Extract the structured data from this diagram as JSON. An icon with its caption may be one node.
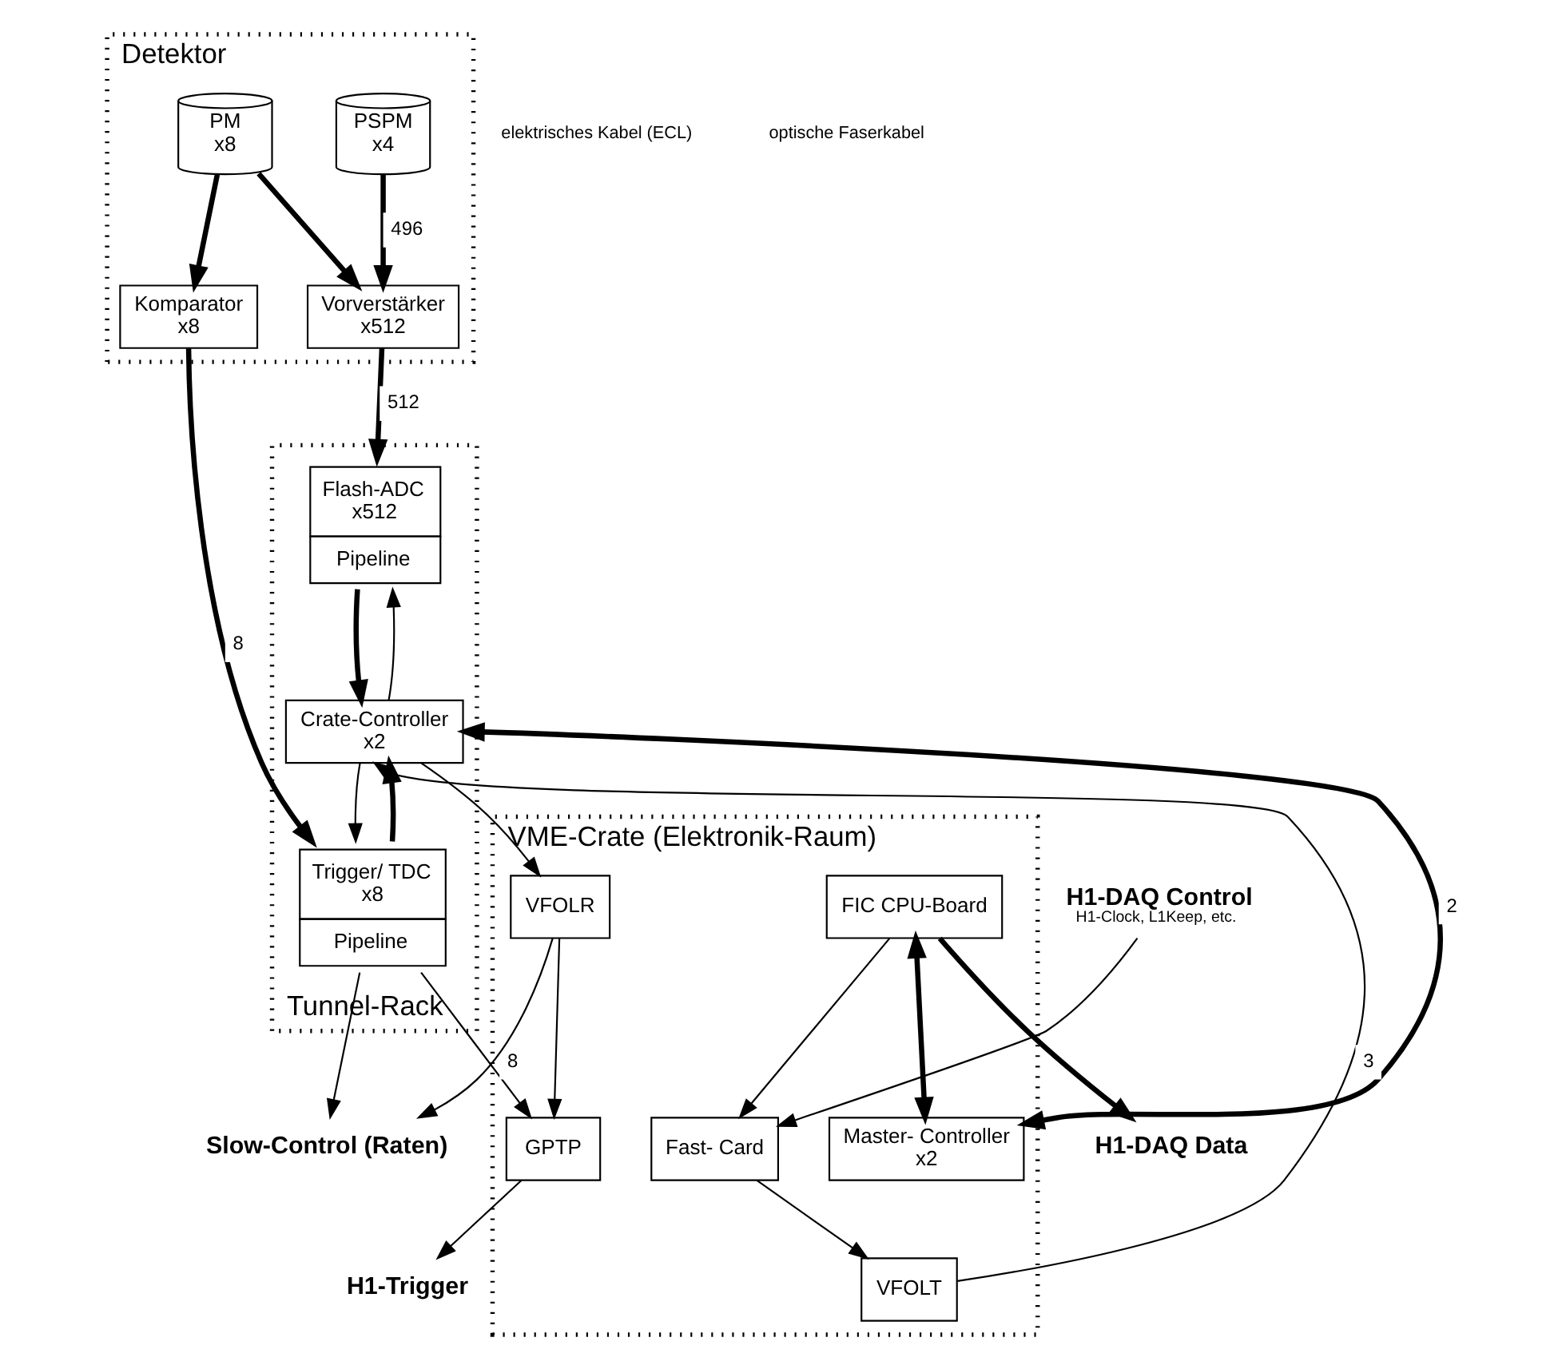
{
  "diagram": {
    "nodes": [
      {
        "text": [
          "Detektor"
        ]
      },
      {
        "text": [
          "PSPM",
          "x4"
        ],
        "in": 0
      },
      {
        "text": [
          "PM",
          "x8"
        ],
        "in": 0
      },
      {
        "text": [
          "Vorverstärker",
          "x512"
        ],
        "in": 0
      },
      {
        "text": [
          "Komparator",
          "x8"
        ],
        "in": 0
      },
      {
        "text": [
          "Tunnel-Rack"
        ]
      },
      {
        "text": [
          "Flash-ADC",
          "x512",
          "Pipeline"
        ],
        "in": 5
      },
      {
        "text": [
          "Trigger/ TDC",
          "x8",
          "Pipeline"
        ],
        "in": 5
      },
      {
        "text": [
          "Crate-Controller",
          "x2"
        ],
        "in": 5
      },
      {
        "text": [
          "VME-Crate (Elektronik-Raum)"
        ]
      },
      {
        "text": [
          "GPTP"
        ],
        "in": 9
      },
      {
        "text": [
          "VFOLR"
        ],
        "in": 9
      },
      {
        "text": [
          "Fast- Card"
        ],
        "in": 9
      },
      {
        "text": [
          "VFOLT"
        ],
        "in": 9
      },
      {
        "text": [
          "FIC CPU-Board"
        ],
        "in": 9
      },
      {
        "text": [
          "Master- Controller",
          "x2"
        ],
        "in": 9
      },
      {
        "text": [
          "Slow-Control (Raten)"
        ]
      },
      {
        "text": [
          "H1-Trigger"
        ]
      },
      {
        "text": [
          "H1-DAQ Control"
        ],
        "beside": [
          "H1-Clock, L1Keep, etc."
        ]
      },
      {
        "text": [
          "H1-DAQ Data"
        ]
      }
    ],
    "edges": [
      {
        "from": 1,
        "to": 3,
        "arrow": "to",
        "label": "496",
        "style": "thick"
      },
      {
        "from": 2,
        "to": 3,
        "arrow": "to",
        "style": "thick"
      },
      {
        "from": 2,
        "to": 4,
        "arrow": "to",
        "style": "thick"
      },
      {
        "from": 3,
        "to": 6,
        "arrow": "to",
        "label": "512",
        "style": "thick"
      },
      {
        "from": 4,
        "to": 7,
        "arrow": "to",
        "label": "8",
        "style": "thick"
      },
      {
        "from": 7,
        "to": 8,
        "arrow": "to",
        "style": "thick"
      },
      {
        "from": 8,
        "to": 7,
        "arrow": "to"
      },
      {
        "from": 6,
        "to": 8,
        "arrow": "to",
        "style": "thick"
      },
      {
        "from": 8,
        "to": 6,
        "arrow": "to"
      },
      {
        "from": 7,
        "to": 10,
        "arrow": "to",
        "label": "8"
      },
      {
        "from": 7,
        "to": 16,
        "arrow": "to"
      },
      {
        "from": 8,
        "to": 11,
        "arrow": "to"
      },
      {
        "from": 13,
        "to": 8,
        "arrow": "to",
        "label": "3"
      },
      {
        "from": 8,
        "to": 15,
        "arrow": "both",
        "label": "2",
        "style": "thick"
      },
      {
        "from": 11,
        "to": 10,
        "arrow": "to"
      },
      {
        "from": 11,
        "to": 16,
        "arrow": "to"
      },
      {
        "from": 10,
        "to": 17,
        "arrow": "to"
      },
      {
        "from": 18,
        "to": 12,
        "arrow": "to"
      },
      {
        "from": 12,
        "to": 13,
        "arrow": "to"
      },
      {
        "from": 14,
        "to": 12,
        "arrow": "to"
      },
      {
        "from": 14,
        "to": 19,
        "arrow": "to",
        "style": "thick"
      },
      {
        "from": 14,
        "to": 15,
        "arrow": "both",
        "style": "thick"
      }
    ],
    "labels": [
      "elektrisches Kabel (ECL)",
      "optische Faserkabel"
    ]
  }
}
